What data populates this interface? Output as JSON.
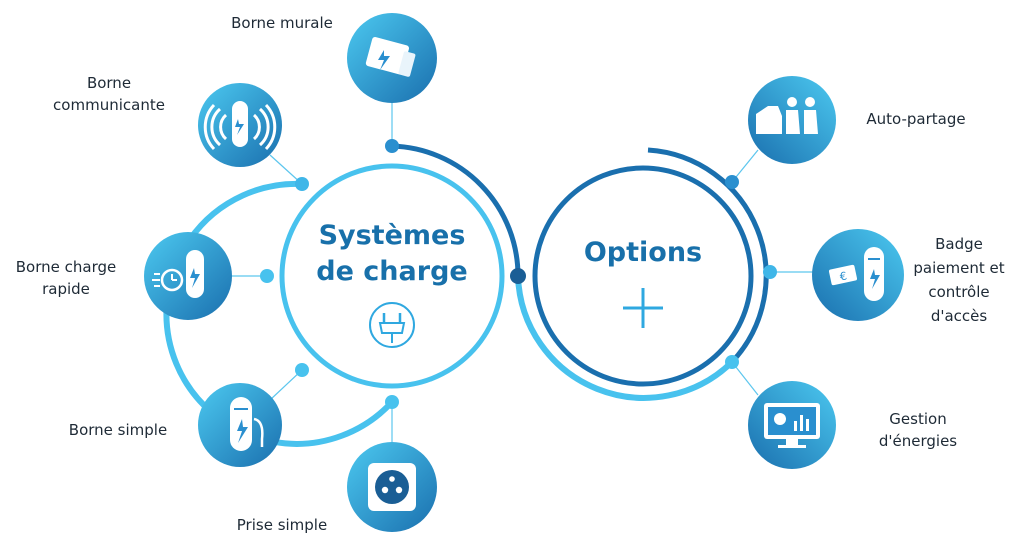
{
  "colors": {
    "dark_blue": "#1a6fae",
    "mid_blue": "#2f9fd8",
    "light_blue": "#4cc9f0",
    "text": "#1e2a36"
  },
  "center_left": {
    "title_line1": "Systèmes",
    "title_line2": "de charge",
    "icon": "plug-icon"
  },
  "center_right": {
    "title": "Options",
    "icon": "plus-icon"
  },
  "left_items": [
    {
      "label": "Borne murale",
      "icon": "wall-charger-icon"
    },
    {
      "label_line1": "Borne",
      "label_line2": "communicante",
      "icon": "wireless-charger-icon"
    },
    {
      "label_line1": "Borne charge",
      "label_line2": "rapide",
      "icon": "fast-charger-icon"
    },
    {
      "label": "Borne simple",
      "icon": "simple-charger-icon"
    },
    {
      "label": "Prise simple",
      "icon": "socket-icon"
    }
  ],
  "right_items": [
    {
      "label": "Auto-partage",
      "icon": "car-sharing-icon"
    },
    {
      "label_line1": "Badge",
      "label_line2": "paiement et",
      "label_line3": "contrôle",
      "label_line4": "d'accès",
      "icon": "badge-payment-icon"
    },
    {
      "label_line1": "Gestion",
      "label_line2": "d'énergies",
      "icon": "energy-management-icon"
    }
  ]
}
